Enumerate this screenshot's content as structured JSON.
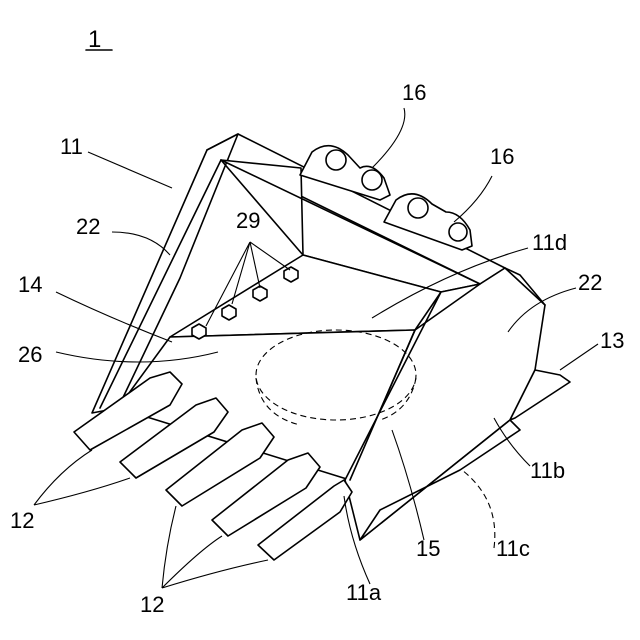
{
  "figure": {
    "reference_label": "1",
    "labels": {
      "bucket": "11",
      "front_edge": "11a",
      "side_bottom": "11b",
      "bottom": "11c",
      "inner_bottom": "11d",
      "teeth": "12",
      "teeth_lower": "12",
      "side_cutter": "13",
      "liner": "14",
      "region": "15",
      "bracket_left": "16",
      "bracket_right": "16",
      "side_plate_left": "22",
      "side_plate_right": "22",
      "plate_edge": "26",
      "bolts": "29"
    }
  }
}
